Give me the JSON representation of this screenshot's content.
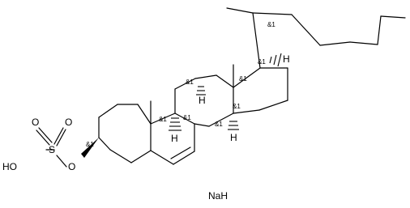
{
  "molecule": {
    "atoms": {
      "hydroxyl": "HO",
      "sulfur": "S",
      "oxo_left": "O",
      "oxo_right": "O",
      "ester_oxygen": "O",
      "hydrogen_c8": "H",
      "hydrogen_c9": "H",
      "hydrogen_c14": "H",
      "hydrogen_c17": "H"
    },
    "stereo_marker": "&1",
    "counterion": "NaH"
  }
}
